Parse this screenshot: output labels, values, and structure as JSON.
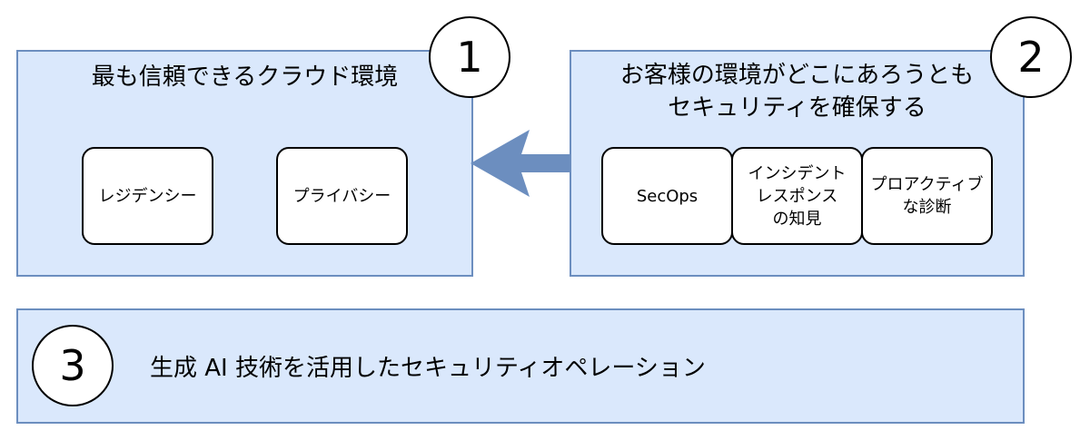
{
  "panel1": {
    "number": "1",
    "title": "最も信頼できるクラウド環境",
    "items": [
      "レジデンシー",
      "プライバシー"
    ]
  },
  "panel2": {
    "number": "2",
    "title": "お客様の環境がどこにあろうとも\nセキュリティを確保する",
    "items": [
      "SecOps",
      "インシデント\nレスポンス\nの知見",
      "プロアクティブ\nな診断"
    ]
  },
  "panel3": {
    "number": "3",
    "text": "生成 AI 技術を活用したセキュリティオペレーション"
  },
  "colors": {
    "panel_fill": "#dae8fc",
    "panel_border": "#6c8ebf",
    "arrow": "#6c8ebf"
  }
}
